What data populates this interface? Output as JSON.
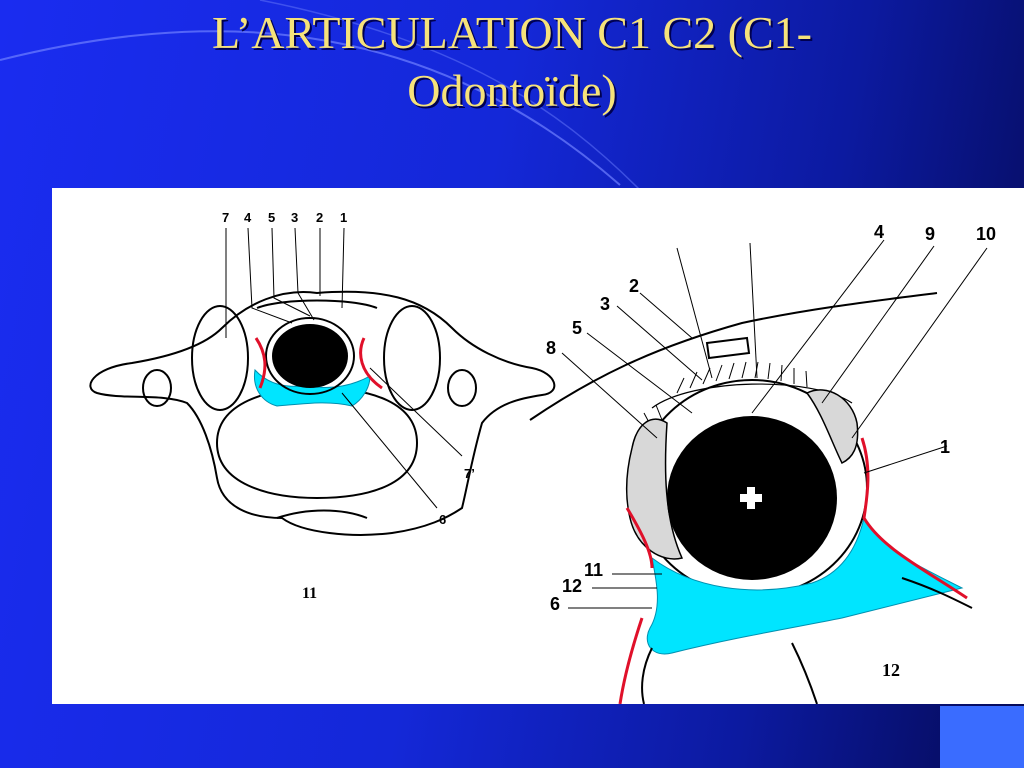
{
  "title": {
    "line1": "L’ARTICULATION C1 C2   (C1-",
    "line2": "Odontoïde)"
  },
  "figure_left": {
    "caption": "11",
    "labels": [
      "7",
      "4",
      "5",
      "3",
      "2",
      "1"
    ],
    "label_7prime": "7’",
    "label_6": "6"
  },
  "figure_right": {
    "caption": "12",
    "labels_top": [
      "4",
      "9",
      "10"
    ],
    "label_2": "2",
    "label_3": "3",
    "label_5": "5",
    "label_8": "8",
    "label_1": "1",
    "label_11": "11",
    "label_12": "12",
    "label_6": "6"
  },
  "colors": {
    "ligament": "#00e5ff",
    "capsule_edge": "#e0102a",
    "title": "#f6e27a"
  }
}
